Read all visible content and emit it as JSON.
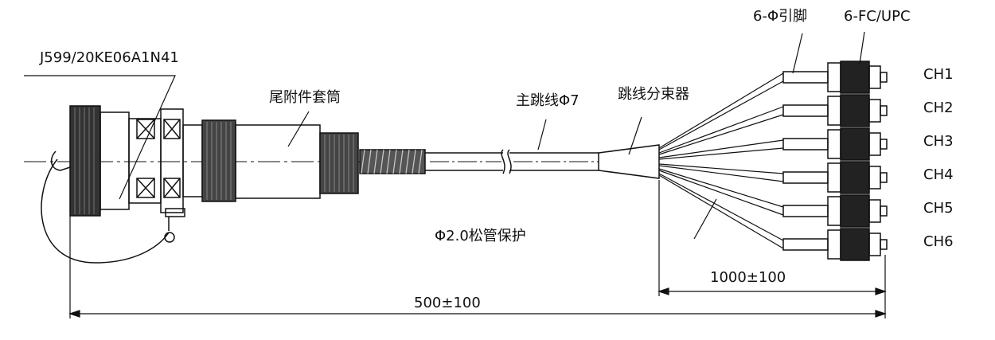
{
  "labels": {
    "part_number": "J599/20KE06A1N41",
    "tail_sleeve": "尾附件套筒",
    "main_cable": "主跳线Φ7",
    "splitter": "跳线分束器",
    "loose_tube": "Φ2.0松管保护",
    "pins": "6-Φ引脚",
    "connector_type": "6-FC/UPC",
    "dim_branch": "1000±100",
    "dim_total": "500±100"
  },
  "channels": [
    "CH1",
    "CH2",
    "CH3",
    "CH4",
    "CH5",
    "CH6"
  ]
}
